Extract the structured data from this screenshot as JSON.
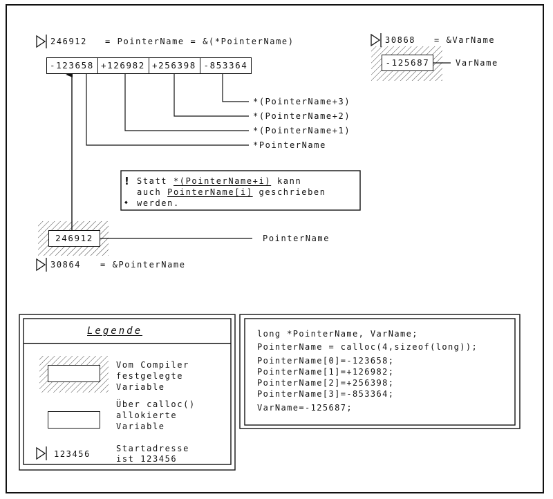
{
  "top_address": {
    "address": "246912",
    "expression": "= PointerName = &(*PointerName)"
  },
  "array": {
    "cells": [
      "-123658",
      "+126982",
      "+256398",
      "-853364"
    ],
    "labels": [
      "*PointerName",
      "*(PointerName+1)",
      "*(PointerName+2)",
      "*(PointerName+3)"
    ]
  },
  "varname": {
    "address": "30868",
    "expression": "= &VarName",
    "value": "-125687",
    "label": "VarName"
  },
  "note": {
    "line1_prefix": "Statt ",
    "line1_code": "*(PointerName+i)",
    "line1_suffix": " kann",
    "line2_prefix": "auch ",
    "line2_code": "PointerName[i]",
    "line2_suffix": " geschrieben",
    "line3": "werden."
  },
  "pointer": {
    "value": "246912",
    "label": "PointerName",
    "address": "30864",
    "expression": "= &PointerName"
  },
  "legend": {
    "title": "Legende",
    "items": [
      {
        "kind": "compiler-variable",
        "lines": [
          "Vom Compiler",
          "festgelegte",
          "Variable"
        ]
      },
      {
        "kind": "calloc-variable",
        "lines": [
          "Über calloc()",
          "allokierte",
          "Variable"
        ]
      },
      {
        "kind": "start-address",
        "sample": "123456",
        "lines": [
          "Startadresse",
          "ist 123456"
        ]
      }
    ]
  },
  "code": {
    "lines": [
      "long *PointerName, VarName;",
      "PointerName = calloc(4,sizeof(long));",
      "PointerName[0]=-123658;",
      "PointerName[1]=+126982;",
      "PointerName[2]=+256398;",
      "PointerName[3]=-853364;",
      "VarName=-125687;"
    ]
  },
  "colors": {
    "ink": "#111111",
    "paper": "#ffffff"
  }
}
